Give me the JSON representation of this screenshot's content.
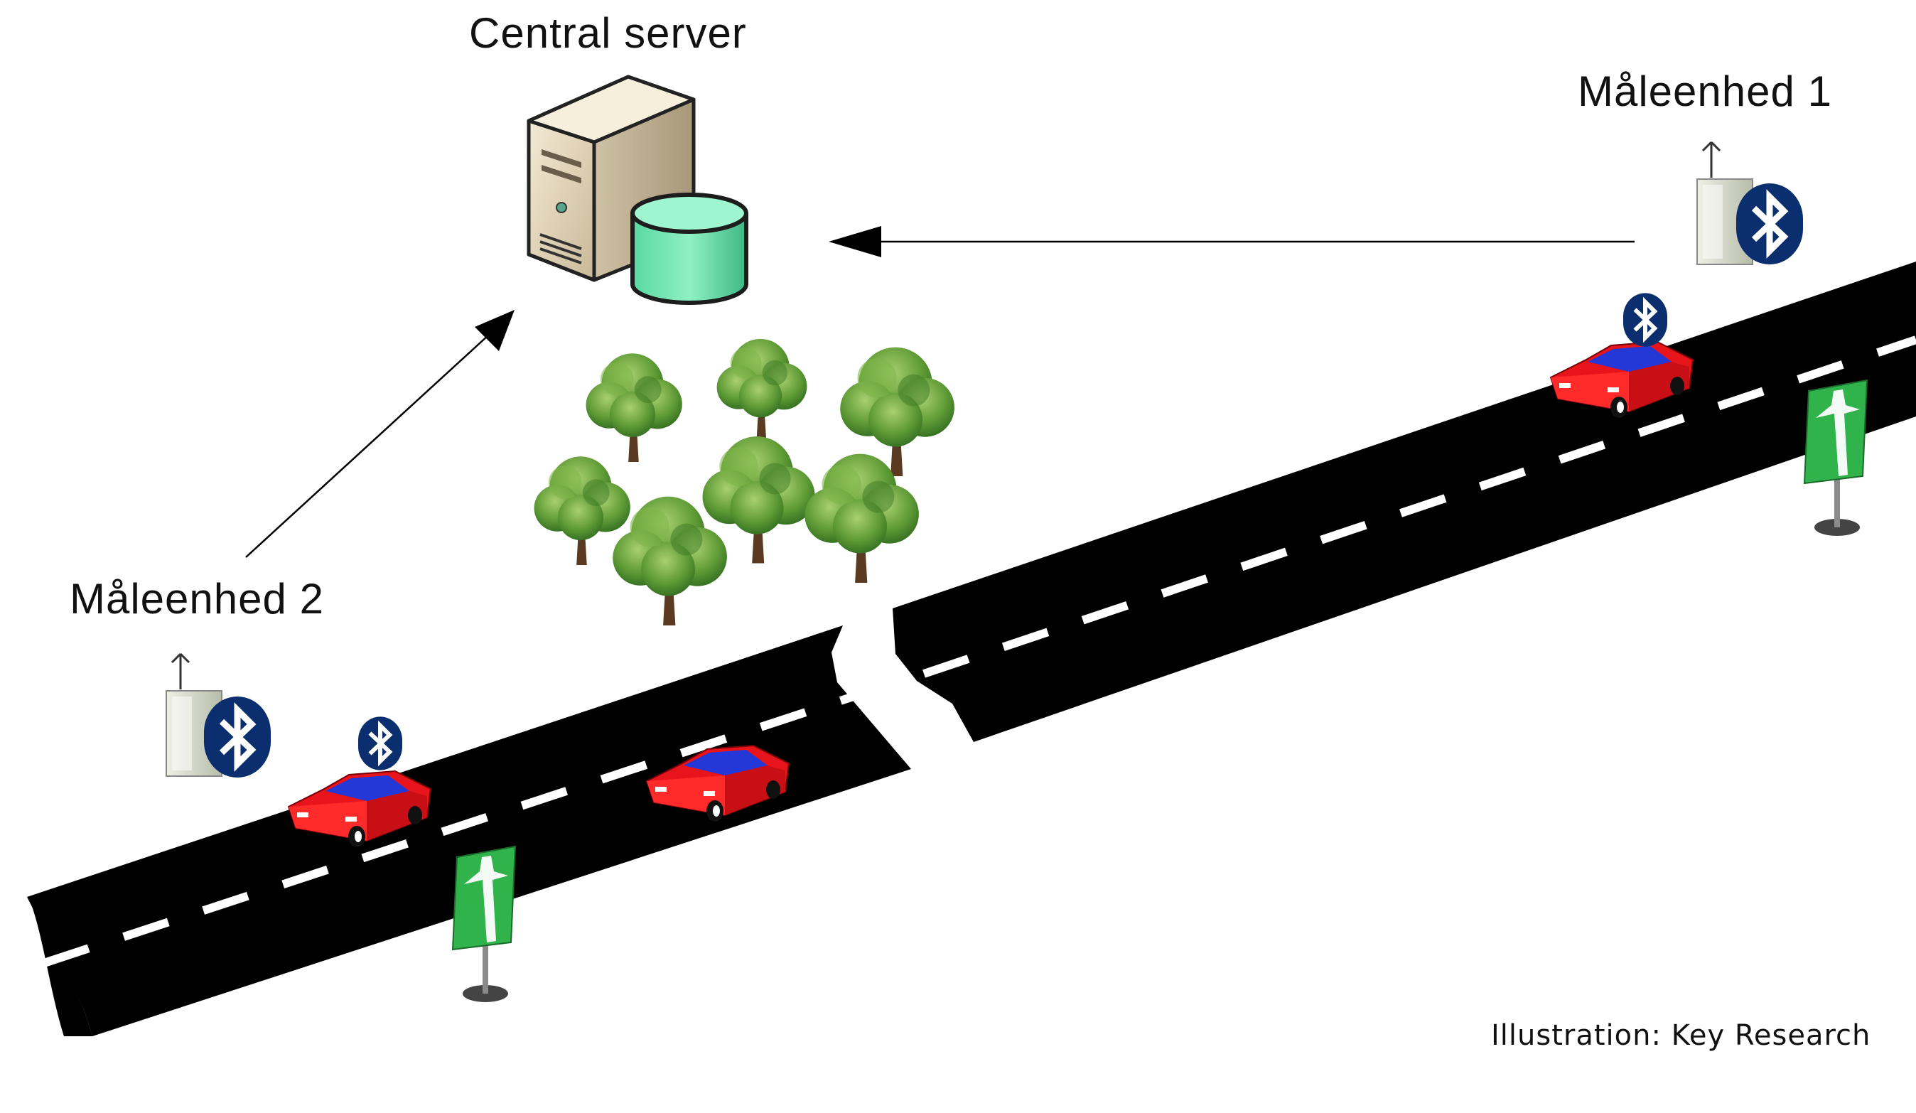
{
  "labels": {
    "central_server": "Central server",
    "unit_1": "Måleenhed 1",
    "unit_2": "Måleenhed 2",
    "credit": "Illustration: Key Research"
  },
  "colors": {
    "road": "#000000",
    "lane_marking": "#ffffff",
    "car_body": "#e8141c",
    "car_window": "#2438d8",
    "bluetooth": "#0b2f6e",
    "sign_green": "#2fb34a",
    "database": "#6ee8b0",
    "tree": "#4f8f2f"
  },
  "icons": [
    "server-icon",
    "database-icon",
    "bluetooth-icon",
    "car-icon",
    "tree-icon",
    "road-sign-icon",
    "antenna-icon"
  ]
}
